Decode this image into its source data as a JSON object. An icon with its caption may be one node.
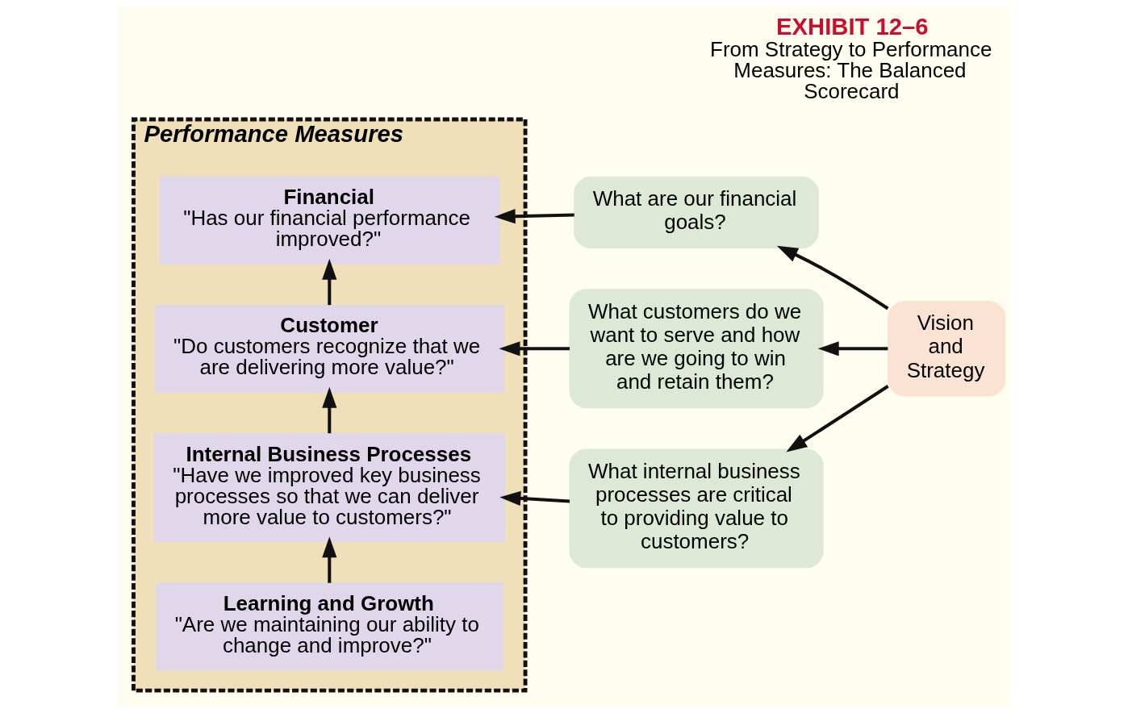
{
  "diagram": {
    "title": "EXHIBIT 12–6",
    "caption": "From Strategy to Performance Measures: The Balanced Scorecard",
    "nodes": [
      {
        "text": [
          "Performance Measures"
        ]
      },
      {
        "text": [
          "Financial",
          "\"Has our financial performance improved?\""
        ],
        "in": 0
      },
      {
        "text": [
          "Customer",
          "\"Do customers recognize that we are delivering more value?\""
        ],
        "in": 0
      },
      {
        "text": [
          "Internal Business Processes",
          "\"Have we improved key business processes so that we can deliver more value to customers?\""
        ],
        "in": 0
      },
      {
        "text": [
          "Learning and Growth",
          "\"Are we maintaining our ability to change and improve?\""
        ],
        "in": 0
      },
      {
        "text": [
          "What are our financial goals?"
        ]
      },
      {
        "text": [
          "What customers do we want to serve and how are we going to win and retain them?"
        ]
      },
      {
        "text": [
          "What internal business processes are critical to providing value to customers?"
        ]
      },
      {
        "text": [
          "Vision and Strategy"
        ]
      }
    ],
    "edges": [
      {
        "from": 4,
        "to": 3,
        "arrow": "to"
      },
      {
        "from": 3,
        "to": 2,
        "arrow": "to"
      },
      {
        "from": 2,
        "to": 1,
        "arrow": "to"
      },
      {
        "from": 5,
        "to": 1,
        "arrow": "to"
      },
      {
        "from": 6,
        "to": 2,
        "arrow": "to"
      },
      {
        "from": 7,
        "to": 3,
        "arrow": "to"
      },
      {
        "from": 8,
        "to": 5,
        "arrow": "to"
      },
      {
        "from": 8,
        "to": 6,
        "arrow": "to"
      },
      {
        "from": 8,
        "to": 7,
        "arrow": "to"
      }
    ]
  }
}
